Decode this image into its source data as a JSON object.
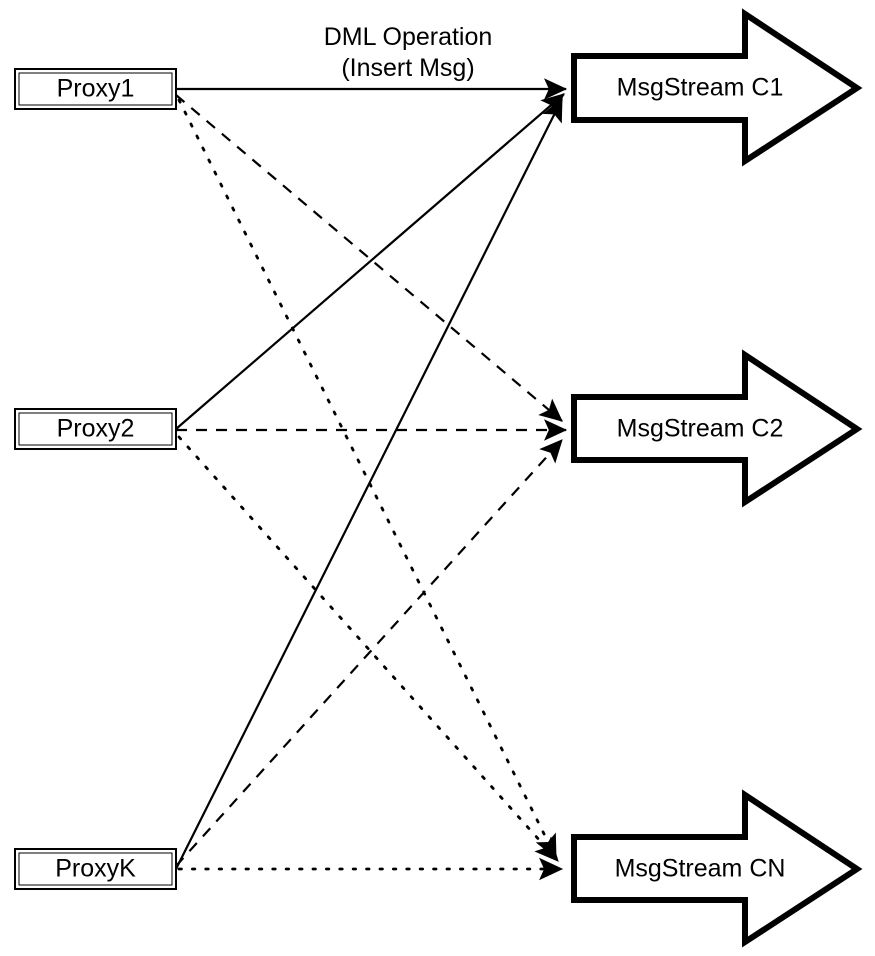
{
  "diagram": {
    "title": "Proxy to MsgStream routing diagram",
    "background_color": "#ffffff",
    "stroke_color": "#000000",
    "edge_caption": {
      "line1": "DML Operation",
      "line2": "(Insert Msg)"
    },
    "proxies": [
      {
        "id": "proxy1",
        "label": "Proxy1"
      },
      {
        "id": "proxy2",
        "label": "Proxy2"
      },
      {
        "id": "proxyk",
        "label": "ProxyK"
      }
    ],
    "streams": [
      {
        "id": "stream-c1",
        "label": "MsgStream C1"
      },
      {
        "id": "stream-c2",
        "label": "MsgStream C2"
      },
      {
        "id": "stream-cn",
        "label": "MsgStream CN"
      }
    ],
    "connections": [
      {
        "from": "proxy1",
        "to": "stream-c1",
        "style": "solid"
      },
      {
        "from": "proxy2",
        "to": "stream-c1",
        "style": "solid"
      },
      {
        "from": "proxyk",
        "to": "stream-c1",
        "style": "solid"
      },
      {
        "from": "proxy1",
        "to": "stream-c2",
        "style": "dashed"
      },
      {
        "from": "proxy2",
        "to": "stream-c2",
        "style": "dashed"
      },
      {
        "from": "proxyk",
        "to": "stream-c2",
        "style": "dashed"
      },
      {
        "from": "proxy1",
        "to": "stream-cn",
        "style": "dotted"
      },
      {
        "from": "proxy2",
        "to": "stream-cn",
        "style": "dotted"
      },
      {
        "from": "proxyk",
        "to": "stream-cn",
        "style": "dotted"
      }
    ]
  }
}
